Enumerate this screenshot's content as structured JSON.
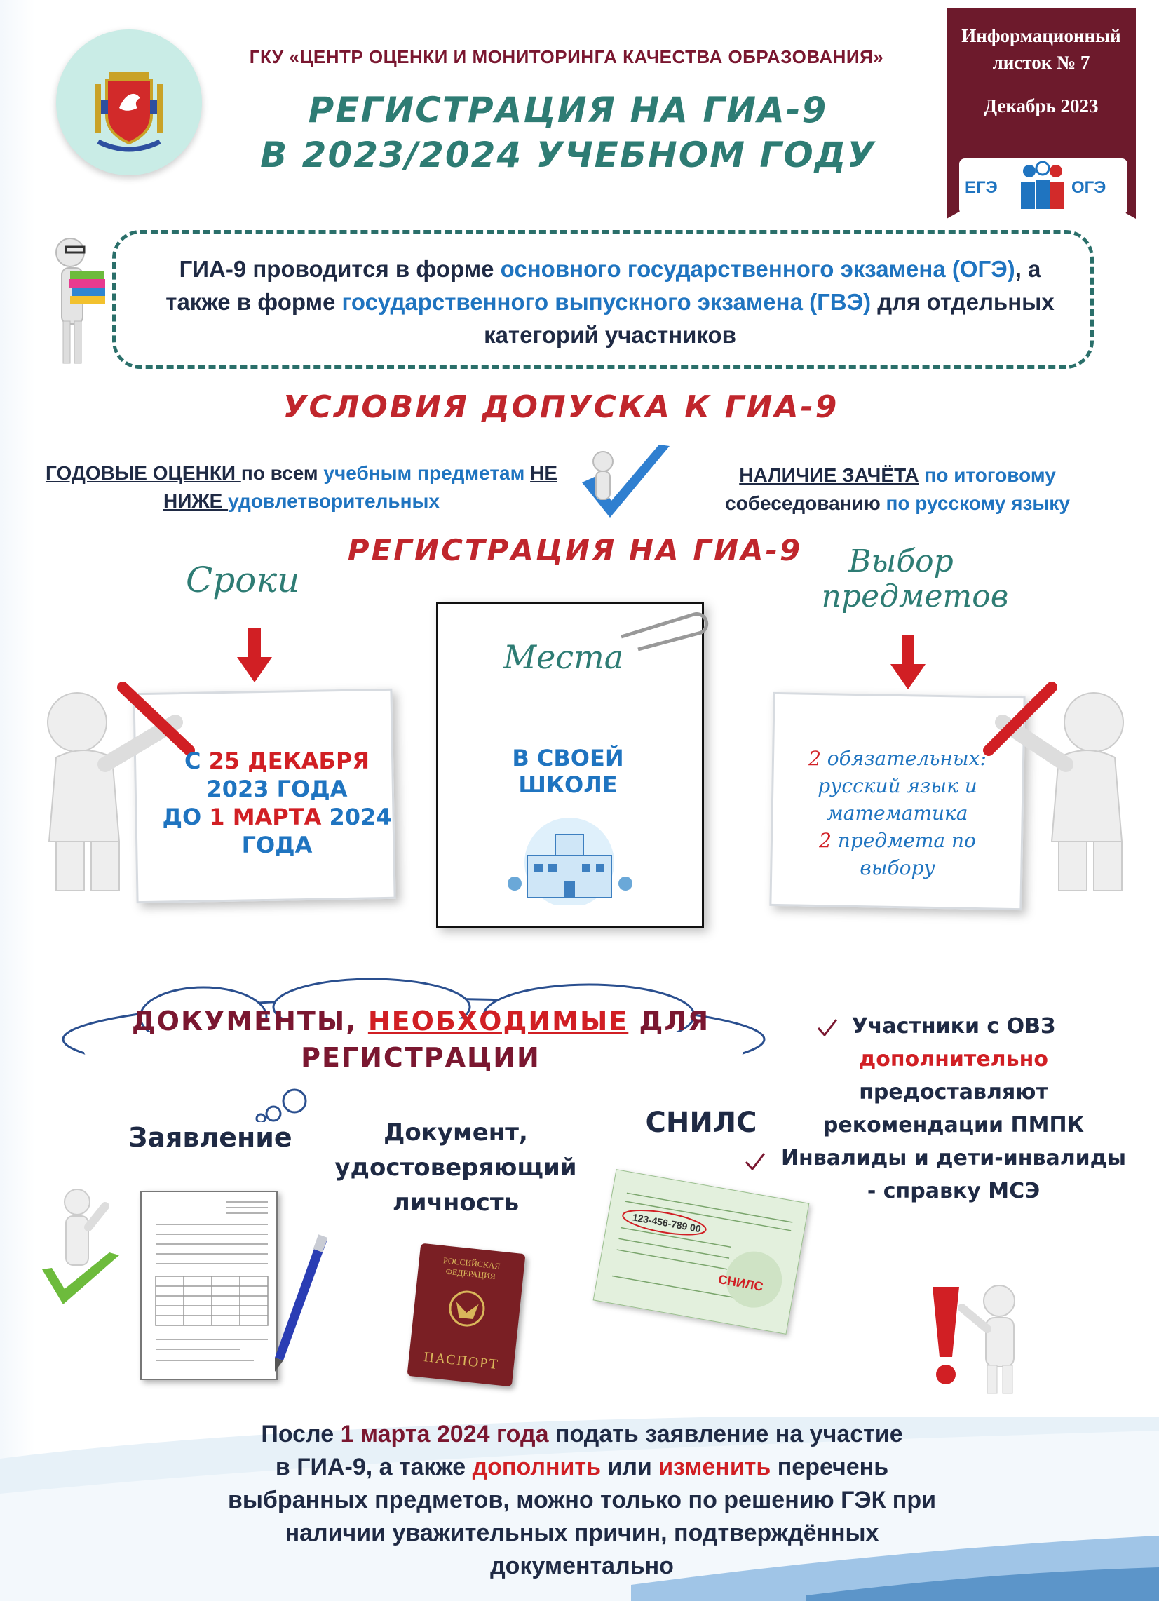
{
  "header": {
    "org_name": "ГКУ «ЦЕНТР ОЦЕНКИ И МОНИТОРИНГА КАЧЕСТВА ОБРАЗОВАНИЯ»",
    "title_line1": "РЕГИСТРАЦИЯ НА ГИА-9",
    "title_line2": "В 2023/2024 УЧЕБНОМ ГОДУ",
    "info_line1": "Информационный",
    "info_line2": "листок № 7",
    "info_date": "Декабрь 2023",
    "logo_text_left": "ЕГЭ",
    "logo_text_right": "ОГЭ"
  },
  "intro": {
    "part1": "ГИА-9 проводится в форме ",
    "part2": "основного государственного экзамена (ОГЭ)",
    "part3": ", а также в форме ",
    "part4": "государственного выпускного экзамена (ГВЭ)",
    "part5": " для отдельных категорий участников"
  },
  "conditions": {
    "heading": "УСЛОВИЯ ДОПУСКА К ГИА-9",
    "left_u1": "ГОДОВЫЕ  ОЦЕНКИ ",
    "left_t1": "по всем ",
    "left_t2": "учебным предметам ",
    "left_u2": "НЕ НИЖЕ ",
    "left_t3": "удовлетворительных",
    "right_u1": "НАЛИЧИЕ ЗАЧЁТА",
    "right_t1": " по итоговому",
    "right_t2": "собеседованию ",
    "right_t3": "по русскому языку"
  },
  "registration": {
    "heading": "РЕГИСТРАЦИЯ НА ГИА-9",
    "deadlines_label": "Сроки",
    "deadlines_from": "С ",
    "deadlines_date1": "25 ДЕКАБРЯ",
    "deadlines_year1": "2023 ГОДА",
    "deadlines_to": "ДО ",
    "deadlines_date2": "1 МАРТА",
    "deadlines_year2": " 2024",
    "deadlines_year_word": "ГОДА",
    "places_label": "Места",
    "places_line1": "В СВОЕЙ",
    "places_line2": "ШКОЛЕ",
    "subjects_label_1": "Выбор",
    "subjects_label_2": "предметов",
    "subjects_num1": "2",
    "subjects_l1": " обязательных:",
    "subjects_l2": "русский язык и",
    "subjects_l3": "математика",
    "subjects_num2": "2",
    "subjects_l4": " предмета по",
    "subjects_l5": "выбору"
  },
  "documents": {
    "heading_p1": "ДОКУМЕНТЫ, ",
    "heading_p2": "НЕОБХОДИМЫЕ",
    "heading_p3": " ДЛЯ",
    "heading_p4": "РЕГИСТРАЦИИ",
    "doc1": "Заявление",
    "doc2_l1": "Документ,",
    "doc2_l2": "удостоверяющий",
    "doc2_l3": "личность",
    "doc3": "СНИЛС",
    "passport_top": "РОССИЙСКАЯ ФЕДЕРАЦИЯ",
    "passport_bottom": "ПАСПОРТ",
    "snils_stamp": "СНИЛС",
    "snils_number": "123-456-789 00",
    "ovz_l1": "Участники с ОВЗ",
    "ovz_l2": "дополнительно",
    "ovz_l3": "предоставляют",
    "ovz_l4": "рекомендации ПМПК",
    "ovz_l5": "Инвалиды и дети-инвалиды",
    "ovz_l6": "- справку МСЭ"
  },
  "footer": {
    "p1": "После ",
    "p2": "1 марта 2024 года",
    "p3": " подать заявление на участие",
    "p4": "в ГИА-9, а также ",
    "p5": "дополнить",
    "p6": " или ",
    "p7": "изменить",
    "p8": " перечень",
    "p9": "выбранных предметов, можно только по решению ГЭК при",
    "p10": "наличии уважительных причин, подтверждённых",
    "p11": "документально"
  },
  "colors": {
    "maroon": "#7a1730",
    "teal": "#2e7c74",
    "blue": "#1f74c0",
    "red": "#d11f24"
  }
}
